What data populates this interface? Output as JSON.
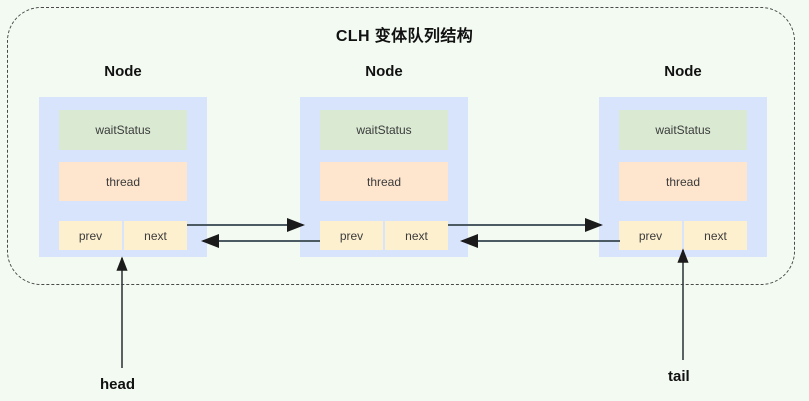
{
  "diagram": {
    "title": "CLH 变体队列结构",
    "type": "linked-list-structure",
    "background_color": "#f2faf2",
    "container_border_color": "#4a4a4a",
    "node_color": "#d7e4fc",
    "field_colors": {
      "waitStatus": "#d9e9d2",
      "thread": "#fde5ce",
      "pointer": "#fdf0cf"
    },
    "arrow_color": "#4c5a63"
  },
  "nodes": [
    {
      "title": "Node",
      "fields": {
        "waitStatus": "waitStatus",
        "thread": "thread",
        "prev": "prev",
        "next": "next"
      }
    },
    {
      "title": "Node",
      "fields": {
        "waitStatus": "waitStatus",
        "thread": "thread",
        "prev": "prev",
        "next": "next"
      }
    },
    {
      "title": "Node",
      "fields": {
        "waitStatus": "waitStatus",
        "thread": "thread",
        "prev": "prev",
        "next": "next"
      }
    }
  ],
  "pointers": {
    "head": "head",
    "tail": "tail"
  },
  "links": [
    {
      "from": "node1.next",
      "to": "node2",
      "direction": "right"
    },
    {
      "from": "node2.prev",
      "to": "node1",
      "direction": "left"
    },
    {
      "from": "node2.next",
      "to": "node3",
      "direction": "right"
    },
    {
      "from": "node3.prev",
      "to": "node2",
      "direction": "left"
    }
  ]
}
